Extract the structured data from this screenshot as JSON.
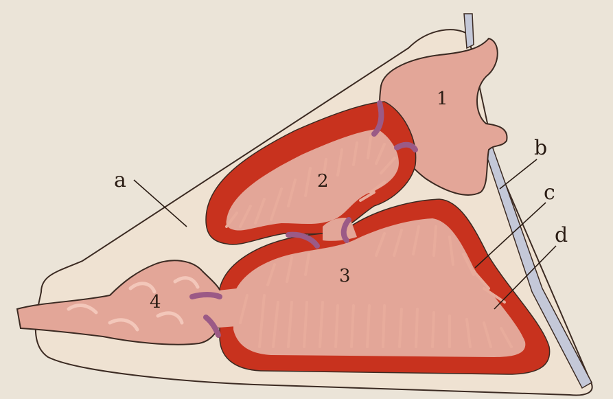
{
  "diagram": {
    "compartment_labels": [
      "1",
      "2",
      "3",
      "4"
    ],
    "pointer_labels": [
      "a",
      "b",
      "c",
      "d"
    ]
  },
  "colors": {
    "background": "#ebe4d8",
    "outer_sheath": "#efe2d2",
    "outer_outline": "#3b2a22",
    "lumen_pink": "#e3a698",
    "wall_red": "#c8321e",
    "fold_pink": "#e8ac9c",
    "junction_purple": "#9b5a86",
    "bluish_tube": "#c4c8d8"
  }
}
